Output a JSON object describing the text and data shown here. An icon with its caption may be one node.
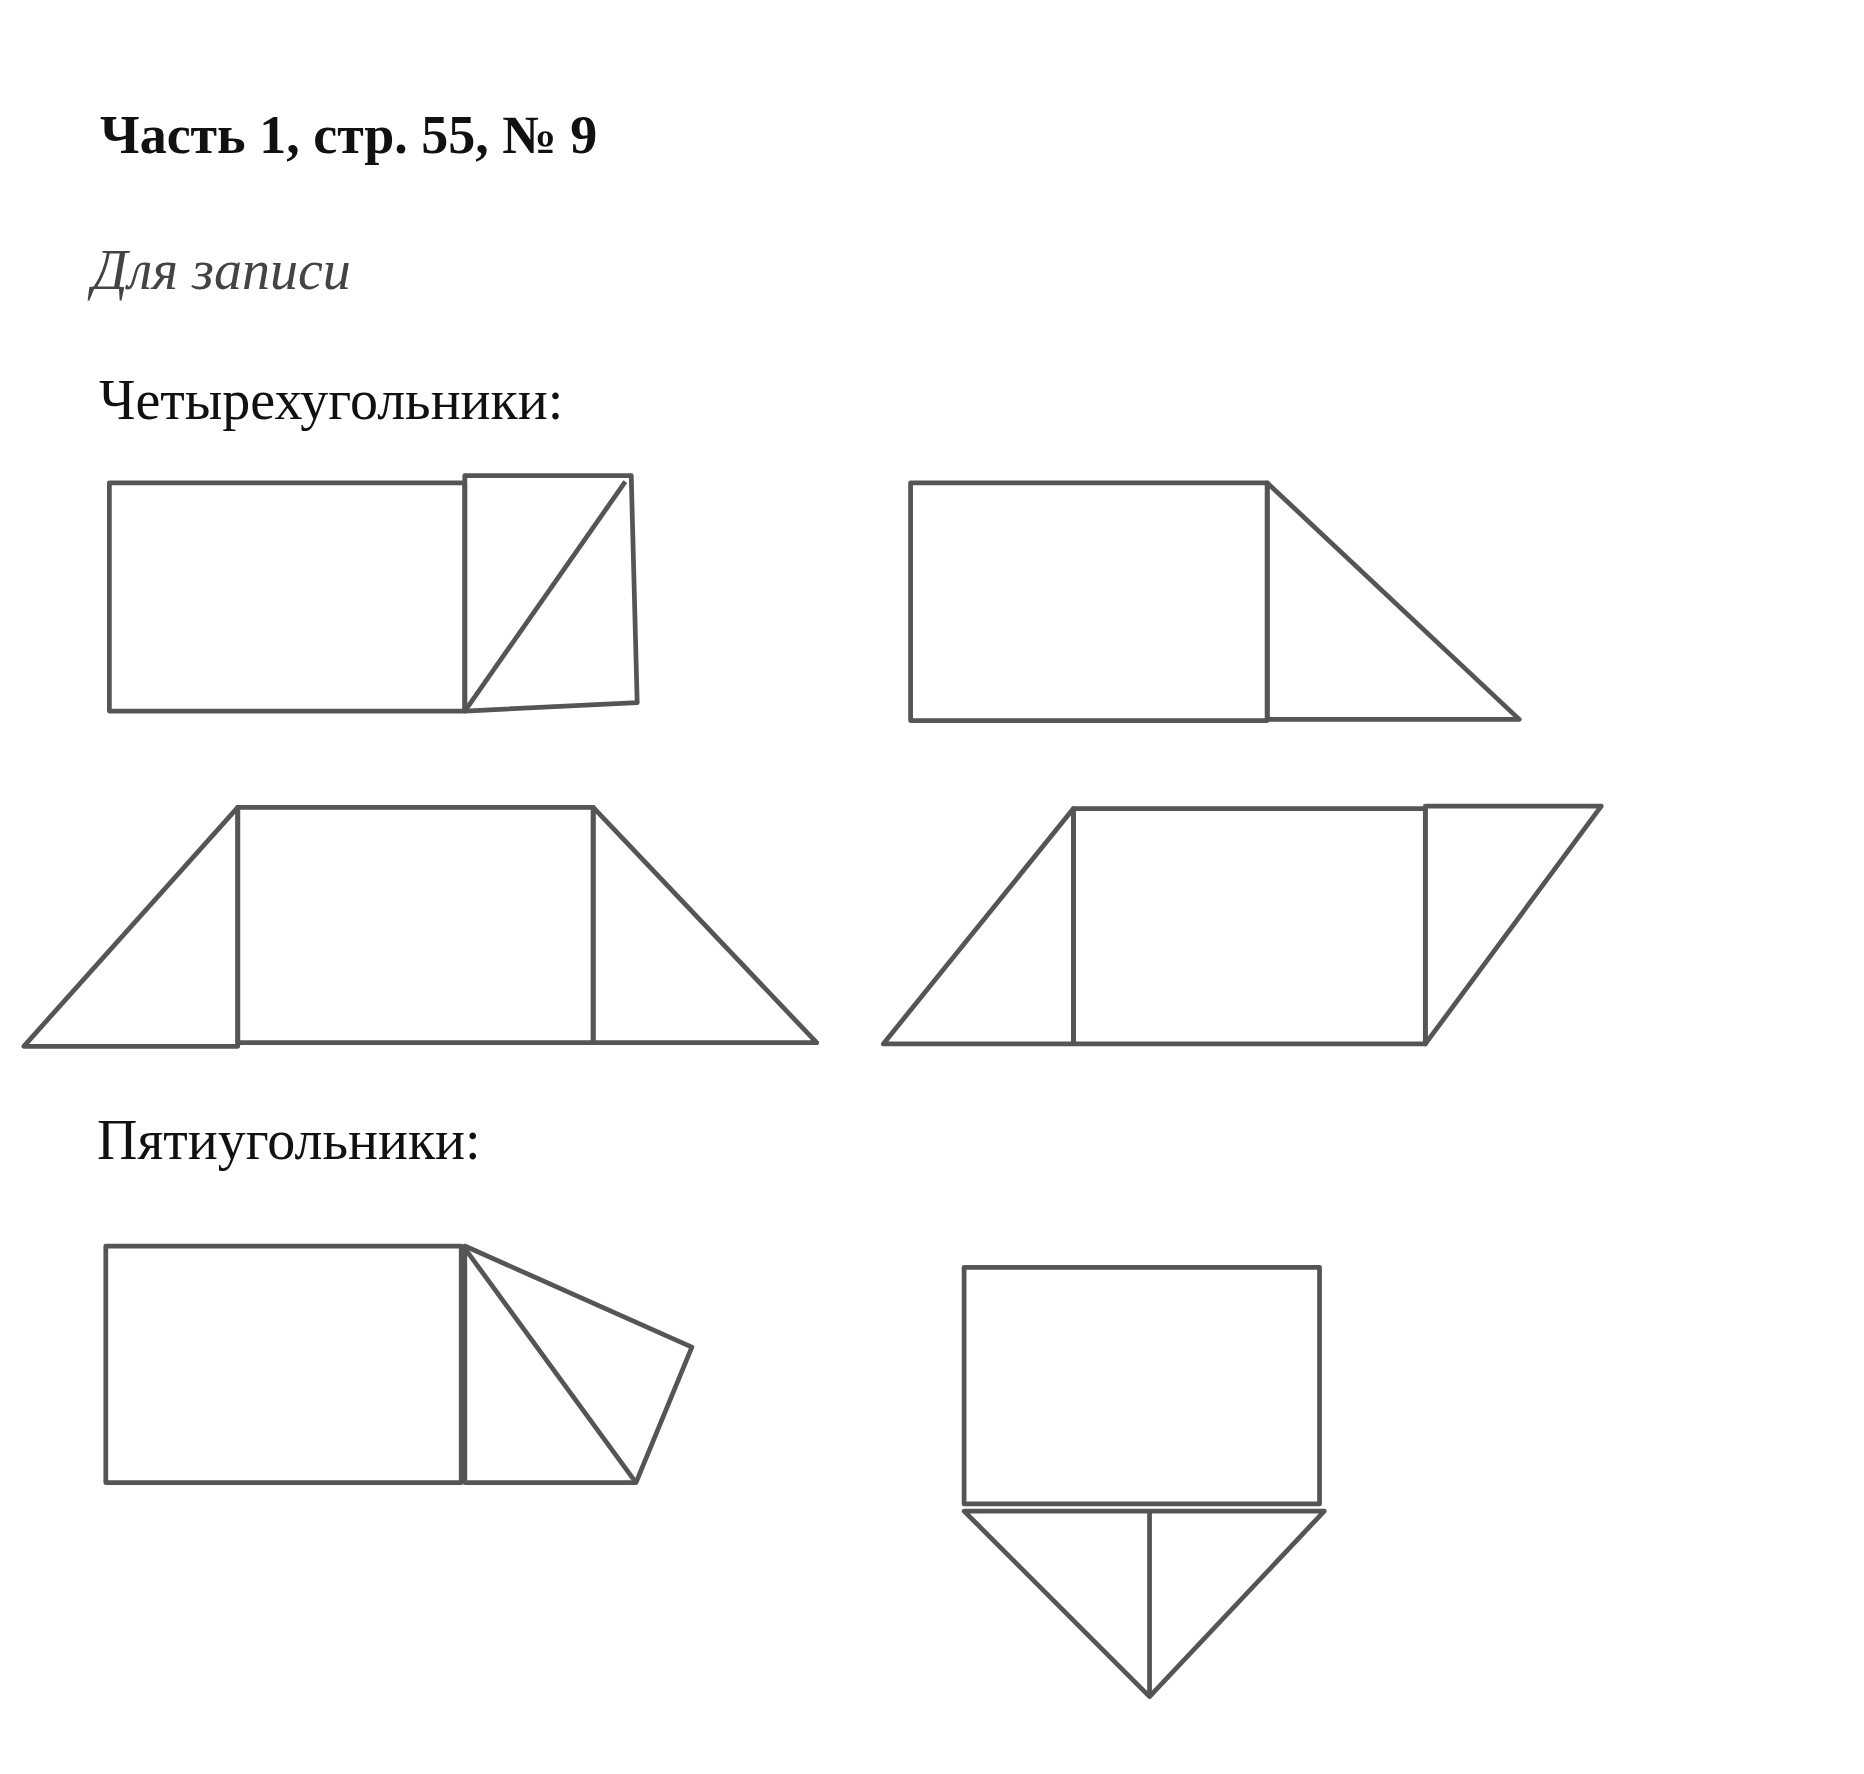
{
  "diagram": {
    "title": "Часть 1, стр. 55, № 9",
    "labels": [
      "Для записи",
      "Четырехугольники:",
      "Пятиугольники:"
    ]
  }
}
